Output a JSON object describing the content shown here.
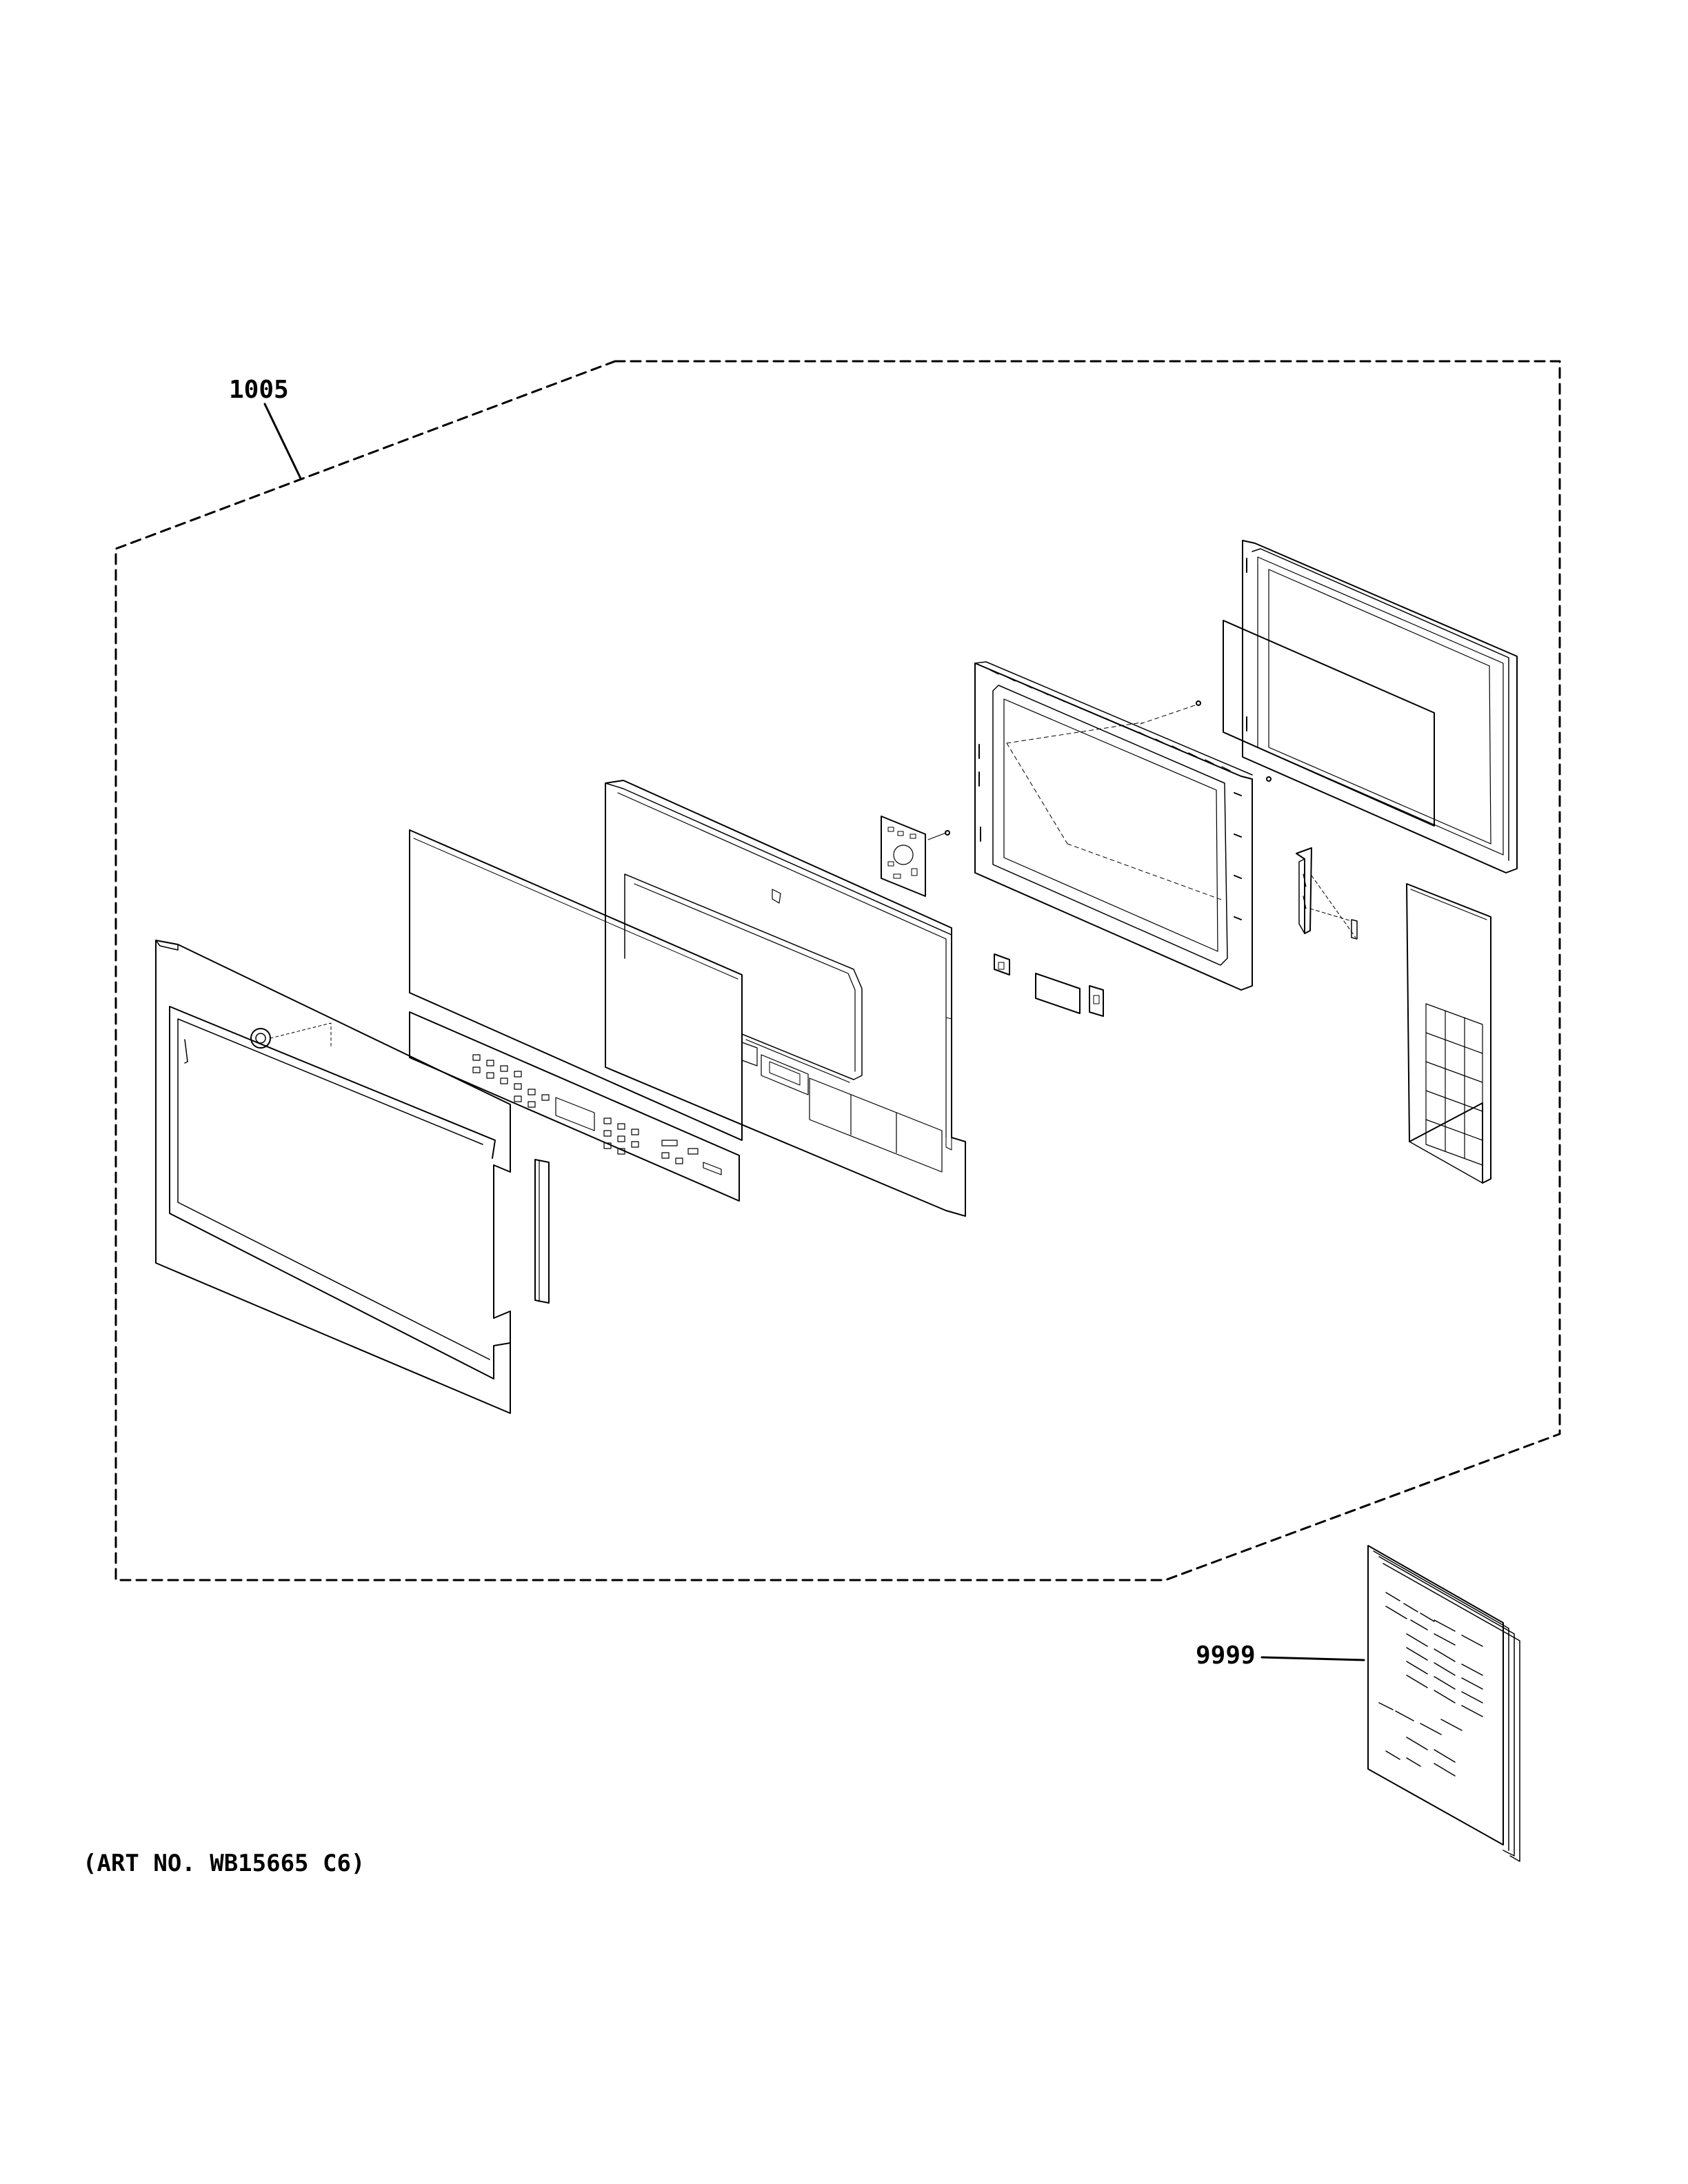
{
  "callouts": {
    "assembly": "1005",
    "manual": "9999"
  },
  "art_number": "(ART NO. WB15665 C6)",
  "colors": {
    "line": "#000000",
    "background": "#ffffff"
  }
}
